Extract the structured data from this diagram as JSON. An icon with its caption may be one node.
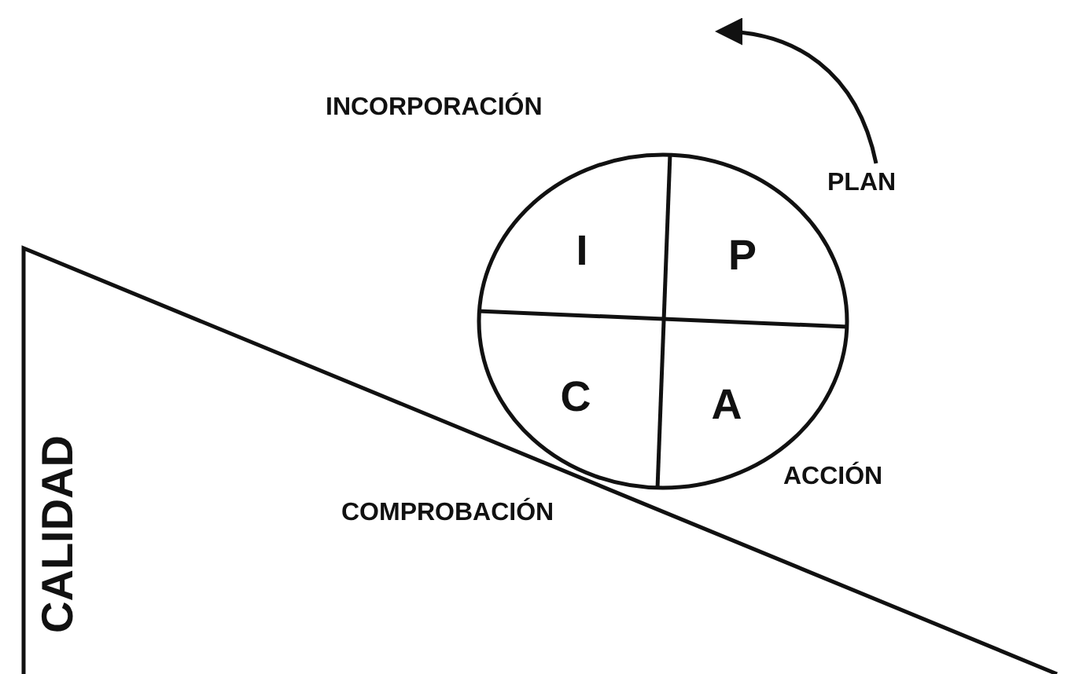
{
  "diagram": {
    "nodes": [
      {
        "text": [],
        "shape": "circle"
      },
      {
        "text": [
          "I"
        ],
        "in": 0
      },
      {
        "text": [
          "P"
        ],
        "in": 0
      },
      {
        "text": [
          "C"
        ],
        "in": 0
      },
      {
        "text": [
          "A"
        ],
        "in": 0
      }
    ],
    "edges": [],
    "labels": [
      "INCORPORACIÓN",
      "PLAN",
      "CALIDAD",
      "ACCIÓN",
      "COMPROBACIÓN"
    ]
  }
}
